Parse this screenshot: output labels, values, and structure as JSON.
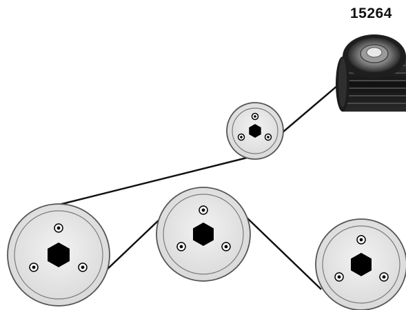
{
  "part_number": "15264",
  "colors": {
    "belt": "#111111",
    "pulley_face": "#e4e4e4",
    "pulley_rim": "#555555",
    "hub": "#000000",
    "alternator_pulley": "#1a1a1a"
  },
  "components": [
    {
      "name": "overrunning-alternator-pulley",
      "icon": "alternator-pulley-photo"
    },
    {
      "name": "idler-pulley-small",
      "icon": "pulley-icon"
    },
    {
      "name": "pulley-left",
      "icon": "pulley-icon"
    },
    {
      "name": "pulley-center",
      "icon": "pulley-icon"
    },
    {
      "name": "pulley-right",
      "icon": "pulley-icon"
    }
  ]
}
